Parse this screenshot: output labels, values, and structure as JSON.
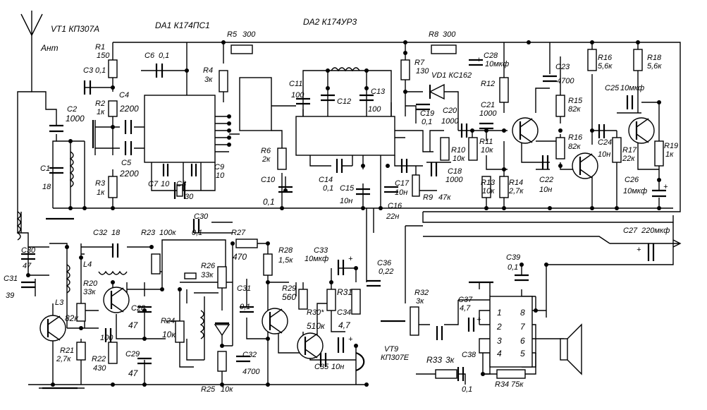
{
  "designators": {
    "vt1": "VT1  КП307А",
    "da1": "DA1  К174ПС1",
    "da2": "DA2  К174УР3",
    "ant": "Ант",
    "vd1": "VD1  КС162",
    "vt9": "VT9",
    "vt9_type": "КП307Е"
  },
  "refs": {
    "r1": "R1",
    "r2": "R2",
    "r3": "R3",
    "r4": "R4",
    "r5": "R5",
    "r6": "R6",
    "r7": "R7",
    "r8": "R8",
    "r9": "R9",
    "r10": "R10",
    "r11": "R11",
    "r12": "R12",
    "r13": "R13",
    "r14": "R14",
    "r15": "R15",
    "r16a": "R16",
    "r16b": "R16",
    "r17": "R17",
    "r18": "R18",
    "r19": "R19",
    "r20": "R20",
    "r21": "R21",
    "r22": "R22",
    "r23": "R23",
    "r24": "R24",
    "r25": "R25",
    "r26": "R26",
    "r27": "R27",
    "r28": "R28",
    "r29": "R29",
    "r30": "R30*",
    "r31": "R31",
    "r32": "R32",
    "r33": "R33",
    "r34": "R34",
    "c1": "C1",
    "c2": "C2",
    "c3": "C3",
    "c4": "C4",
    "c5": "C5",
    "c6": "C6",
    "c7": "C7",
    "c8": "C8",
    "c9": "C9",
    "c10": "C10",
    "c11": "C11",
    "c12": "C12",
    "c13": "C13",
    "c14": "C14",
    "c15": "C15",
    "c16": "C16",
    "c17": "C17",
    "c18": "C18",
    "c19": "C19",
    "c20": "C20",
    "c21": "C21",
    "c22": "C22",
    "c23": "C23",
    "c24": "C24",
    "c25": "C25",
    "c26": "C26",
    "c27": "C27",
    "c28": "C28",
    "c29": "C29",
    "c30a": "C30",
    "c30b": "C30",
    "c31a": "C31",
    "c31b": "C31",
    "c32a": "C32",
    "c32b": "C32",
    "c33": "C33",
    "c34": "C34",
    "c35": "C35",
    "c36": "C36",
    "c37": "C37",
    "c38": "C38",
    "c39": "C39",
    "l3": "L3",
    "l4": "L4"
  },
  "values": {
    "r1": "150",
    "r2": "1к",
    "r3": "1к",
    "r4": "3к",
    "r5": "300",
    "r6": "2к",
    "r7": "130",
    "r8": "300",
    "r9": "47к",
    "r10": "10к",
    "r11": "10к",
    "r13": "10к",
    "r14": "2,7к",
    "r15": "82к",
    "r16a": "5,6к",
    "r16b": "82к",
    "r17": "22к",
    "r18": "5,6к",
    "r19": "1к",
    "r20": "33к",
    "r20b": "82к",
    "r21": "2,7к",
    "r22": "430",
    "r23": "100к",
    "r24": "10к",
    "r25": "10к",
    "r26": "33к",
    "r27": "470",
    "r28": "1,5к",
    "r29": "560",
    "r30": "510к",
    "r32": "3к",
    "r33": "3к",
    "r34": "75к",
    "c1": "18",
    "c2": "1000",
    "c3": "0,1",
    "c4": "2200",
    "c5": "2200",
    "c6": "0,1",
    "c7": "10",
    "c8": "30",
    "c9": "10",
    "c10": "0,1",
    "c11": "100",
    "c13": "100",
    "c14": "0,1",
    "c15": "10н",
    "c16": "22н",
    "c17": "10н",
    "c18": "1000",
    "c19": "0,1",
    "c20": "1000",
    "c21": "1000",
    "c22": "10н",
    "c23": "4700",
    "c24": "10н",
    "c25": "10мкф",
    "c26": "10мкф",
    "c27": "220мкф",
    "c28": "10мкф",
    "c28b": "47",
    "c29": "47",
    "c30a": "47",
    "c30b": "0,1",
    "c31a": "39",
    "c31b": "0,1",
    "c32a": "18",
    "c32b": "4700",
    "c33": "10мкф",
    "c34": "4,7",
    "c35": "10н",
    "c36": "0,22",
    "c37": "4,7",
    "c38": "0,1",
    "c39": "0,1",
    "c100": "100"
  },
  "ic_pins": {
    "p1": "1",
    "p2": "2",
    "p3": "3",
    "p4": "4",
    "p5": "5",
    "p6": "6",
    "p7": "7",
    "p8": "8"
  },
  "polarity": {
    "plus": "+"
  }
}
